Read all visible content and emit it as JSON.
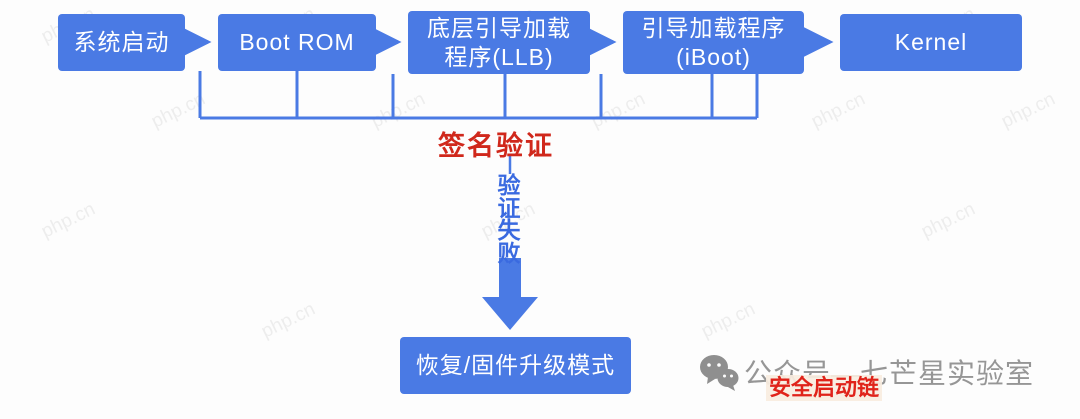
{
  "colors": {
    "box_blue": "#4a7ae4",
    "connector_blue": "#4a7ae4",
    "signature_red": "#d0281c",
    "chain_red": "#e0231a",
    "fail_text_blue": "#3a6ae0",
    "watermark_gray": "#969696"
  },
  "flow": {
    "boxes": [
      {
        "label": "系统启动"
      },
      {
        "label": "Boot ROM"
      },
      {
        "label": "底层引导加载\n程序(LLB)"
      },
      {
        "label": "引导加载程序\n(iBoot)"
      },
      {
        "label": "Kernel"
      }
    ],
    "signature_label": "签名验证",
    "verify_fail_label": "验证失败",
    "recovery_label": "恢复/固件升级模式"
  },
  "watermark": {
    "text": "php.cn"
  },
  "footer": {
    "wechat_label": "公众号—七芒星实验室",
    "chain_label": "安全启动链"
  }
}
